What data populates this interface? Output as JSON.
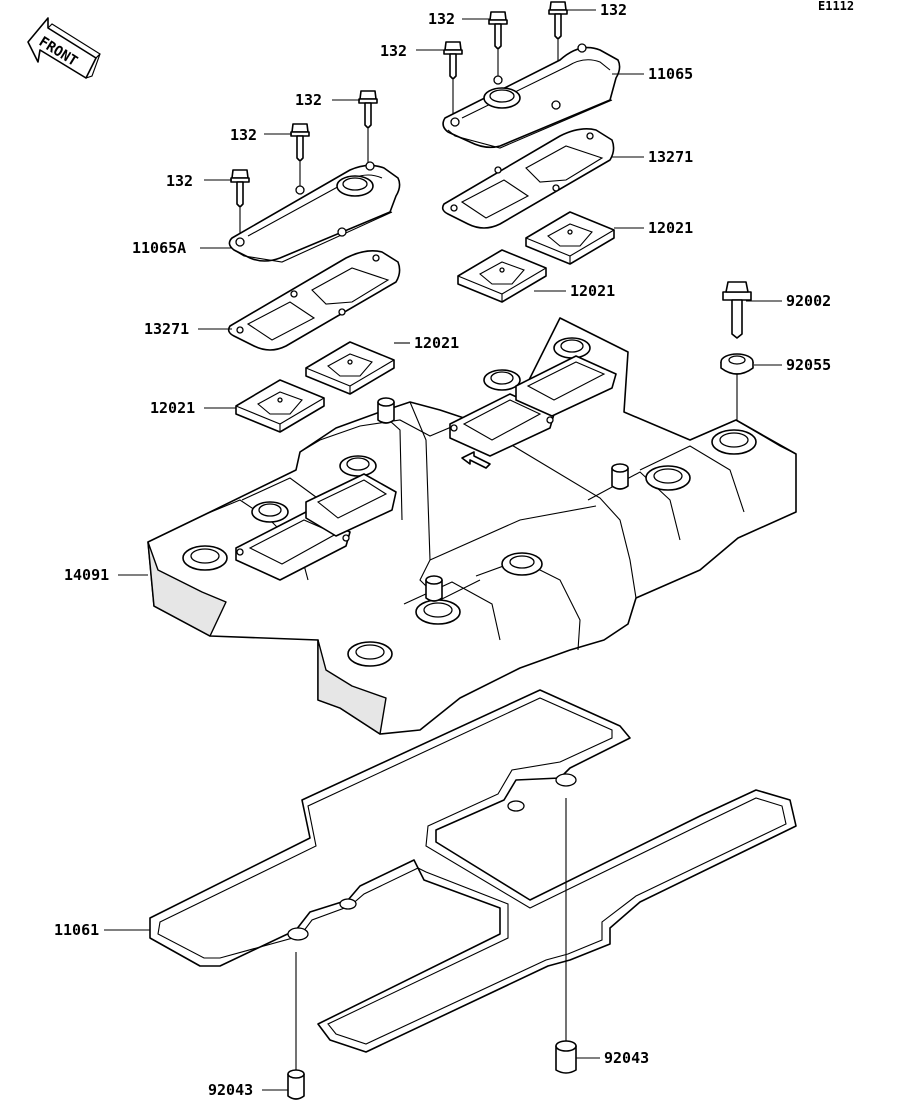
{
  "diagram_code": "E1112",
  "front_label": "FRONT",
  "labels": {
    "bolt_a": "132",
    "bolt_b": "132",
    "bolt_c": "132",
    "bolt_d": "132",
    "bolt_e": "132",
    "bolt_f": "132",
    "cover_right": "11065",
    "cover_left": "11065A",
    "gasket_right": "13271",
    "gasket_left": "13271",
    "plate_right_upper": "12021",
    "plate_right_lower": "12021",
    "plate_left_upper": "12021",
    "plate_left_lower": "12021",
    "bolt_92002": "92002",
    "washer_92055": "92055",
    "head_cover": "14091",
    "head_gasket": "11061",
    "dowel_left": "92043",
    "dowel_right": "92043"
  }
}
